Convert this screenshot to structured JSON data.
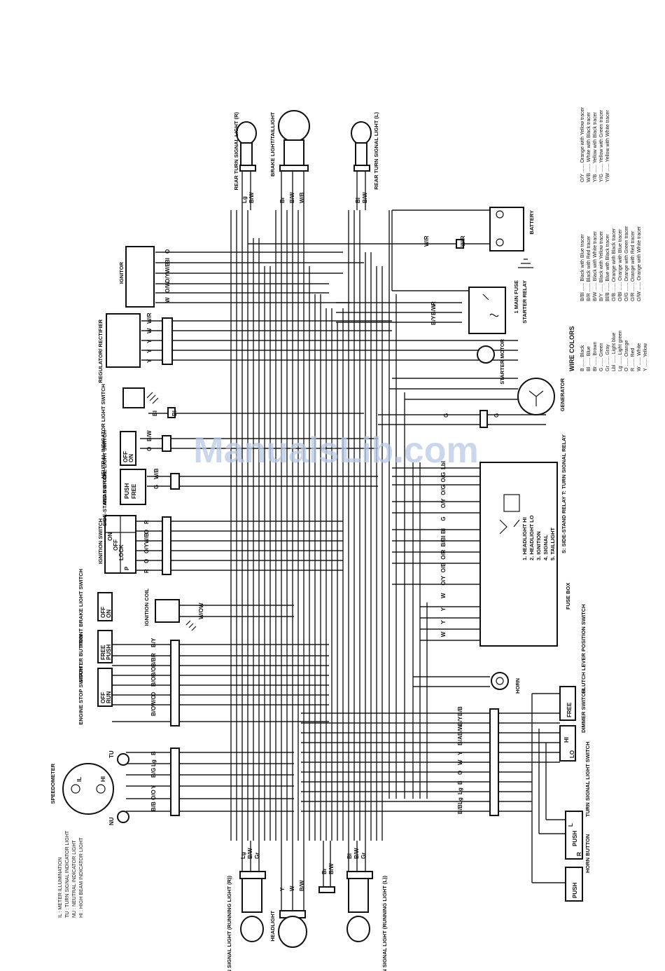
{
  "watermark": "ManualsLib.com",
  "components": {
    "rear_turn_right": "REAR TURN SIGNAL LIGHT (R)",
    "brake_tail": "BRAKE LIGHT/TAILLIGHT",
    "rear_turn_left": "REAR TURN SIGNAL LIGHT (L)",
    "battery": "BATTERY",
    "main_fuse": "1 MAIN FUSE",
    "starter_relay": "STARTER RELAY",
    "starter_motor": "STARTER MOTOR",
    "generator": "GENERATOR",
    "ignitor": "IGNITOR",
    "regulator": "REGULATOR/ RECTIFIER",
    "neutral_switch": "NEUTRAL INDICATOR LIGHT SWITCH",
    "rear_brake_switch": "REAR BRAKE LIGHT SWITCH",
    "side_stand_switch": "SIDE-STAND SWITCH",
    "ignition_switch": "IGNITION SWITCH",
    "front_brake_switch": "FRONT BRAKE LIGHT SWITCH",
    "ignition_coil": "IGNITION COIL",
    "starter_button": "STARTER BUTTON",
    "engine_stop_switch": "ENGINE STOP SWITCH",
    "fuse_box": "FUSE BOX",
    "relay_note": "S: SIDE-STAND RELAY T: TURN SIGNAL RELAY",
    "horn": "HORN",
    "clutch_switch": "CLUTCH LEVER POSITION SWITCH",
    "dimmer_switch": "DIMMER SWITCH",
    "turn_signal_switch": "TURN SIGNAL LIGHT SWITCH",
    "horn_button": "HORN BUTTON",
    "speedometer": "SPEEDOMETER",
    "front_turn_right": "FRONT TURN SIGNAL LIGHT (RUNNING LIGHT (R))",
    "headlight": "HEADLIGHT",
    "front_turn_left": "FRONT TURN SIGNAL LIGHT (RUNNING LIGHT (L))"
  },
  "fuses": [
    "1. HEADLIGHT HI",
    "2. HEADLIGHT LO",
    "3. IGNITION",
    "4. SIGNAL",
    "5. TAILLIGHT"
  ],
  "switch_labels": {
    "side_stand": [
      "PUSH",
      "FREE"
    ],
    "rear_brake": [
      "OFF",
      "ON"
    ],
    "ignition": [
      "ON",
      "OFF",
      "LOCK",
      "P"
    ],
    "front_brake": [
      "OFF",
      "ON"
    ],
    "starter": [
      "FREE",
      "PUSH"
    ],
    "engine_stop": [
      "OFF",
      "RUN"
    ],
    "clutch": [
      "FREE"
    ],
    "dimmer": [
      "HI",
      "LO"
    ],
    "turn_signal": [
      "L",
      "PUSH",
      "R"
    ],
    "horn_button": [
      "PUSH"
    ]
  },
  "speedometer_marks": [
    "TU",
    "IL",
    "HI",
    "NU"
  ],
  "abbreviations": [
    "IL : METER ILLUMINATION",
    "TU : TURN SIGNAL INDICATOR LIGHT",
    "NU : NEUTRAL INDICATOR LIGHT",
    "HI : HIGH BEAM INDICATOR LIGHT"
  ],
  "wire_colors": {
    "title": "WIRE COLORS",
    "col1": [
      "B ...... Black",
      "Bl ...... Blue",
      "Br ...... Brown",
      "G ...... Green",
      "Gr ...... Gray",
      "Lbl ...... Light blue",
      "Lg ...... Light green",
      "O ...... Orange",
      "R ...... Red",
      "W ...... White",
      "Y ...... Yellow"
    ],
    "col2": [
      "B/Bl ...... Black with Blue tracer",
      "B/R ...... Black with Red tracer",
      "B/W ...... Black with White tracer",
      "B/Y ...... Black with Yellow tracer",
      "Bl/B ...... Blue with Black tracer",
      "O/B ...... Orange with Black tracer",
      "O/Bl ...... Orange with Blue tracer",
      "O/G ...... Orange with Green tracer",
      "O/R ...... Orange with Red tracer",
      "O/W ...... Orange with White tracer"
    ],
    "col3": [
      "O/Y ...... Orange with Yellow tracer",
      "W/B ...... White with Black tracer",
      "Y/B ...... Yellow with Black tracer",
      "Y/G ...... Yellow with Green tracer",
      "Y/W ...... Yellow with White tracer"
    ]
  },
  "wire_codes": {
    "rear_r": [
      "Lg",
      "B/W"
    ],
    "rear_tail": [
      "Br",
      "B/W",
      "W/B"
    ],
    "rear_l": [
      "Bl",
      "B/W"
    ],
    "battery": [
      "W/R",
      "W/R"
    ],
    "ignitor": [
      "O",
      "Bl",
      "W/B",
      "O/Y",
      "O/W",
      "W"
    ],
    "regulator": [
      "W/R",
      "W",
      "Y",
      "Y",
      "Y"
    ],
    "relay": [
      "R",
      "B/W",
      "B/Y"
    ],
    "neutral": [
      "Bl",
      "Bl"
    ],
    "generator": [
      "G",
      "G"
    ],
    "rear_brake": [
      "B/W",
      "O"
    ],
    "side_stand": [
      "W/B",
      "G"
    ],
    "ignition": [
      "R",
      "O",
      "W/B",
      "O/Y",
      "O",
      "R"
    ],
    "ignition_coil": [
      "W",
      "W/O"
    ],
    "fusebox": [
      "Lbl",
      "O/G",
      "O/G",
      "O/Y",
      "G",
      "Bl",
      "B/Bl",
      "O/R",
      "O/B",
      "O/Y",
      "W",
      "Y",
      "Y",
      "W"
    ],
    "left_harness": [
      "B/Y",
      "R",
      "B/B",
      "B/O",
      "B/O",
      "O",
      "W/O",
      "B/O"
    ],
    "right_harness": [
      "B/B",
      "B/Y",
      "B/W",
      "B/A",
      "Y",
      "W",
      "O",
      "B",
      "Lg",
      "Lg",
      "B/B"
    ],
    "speedo": [
      "B",
      "Lg",
      "B/G",
      "Y",
      "O/O",
      "B/B"
    ],
    "front_r": [
      "Lg",
      "B/W",
      "Gr"
    ],
    "headlight": [
      "Y",
      "W",
      "B/W"
    ],
    "front_l": [
      "Bl",
      "B/W",
      "Gr"
    ],
    "ground": [
      "Br",
      "B/W"
    ]
  }
}
